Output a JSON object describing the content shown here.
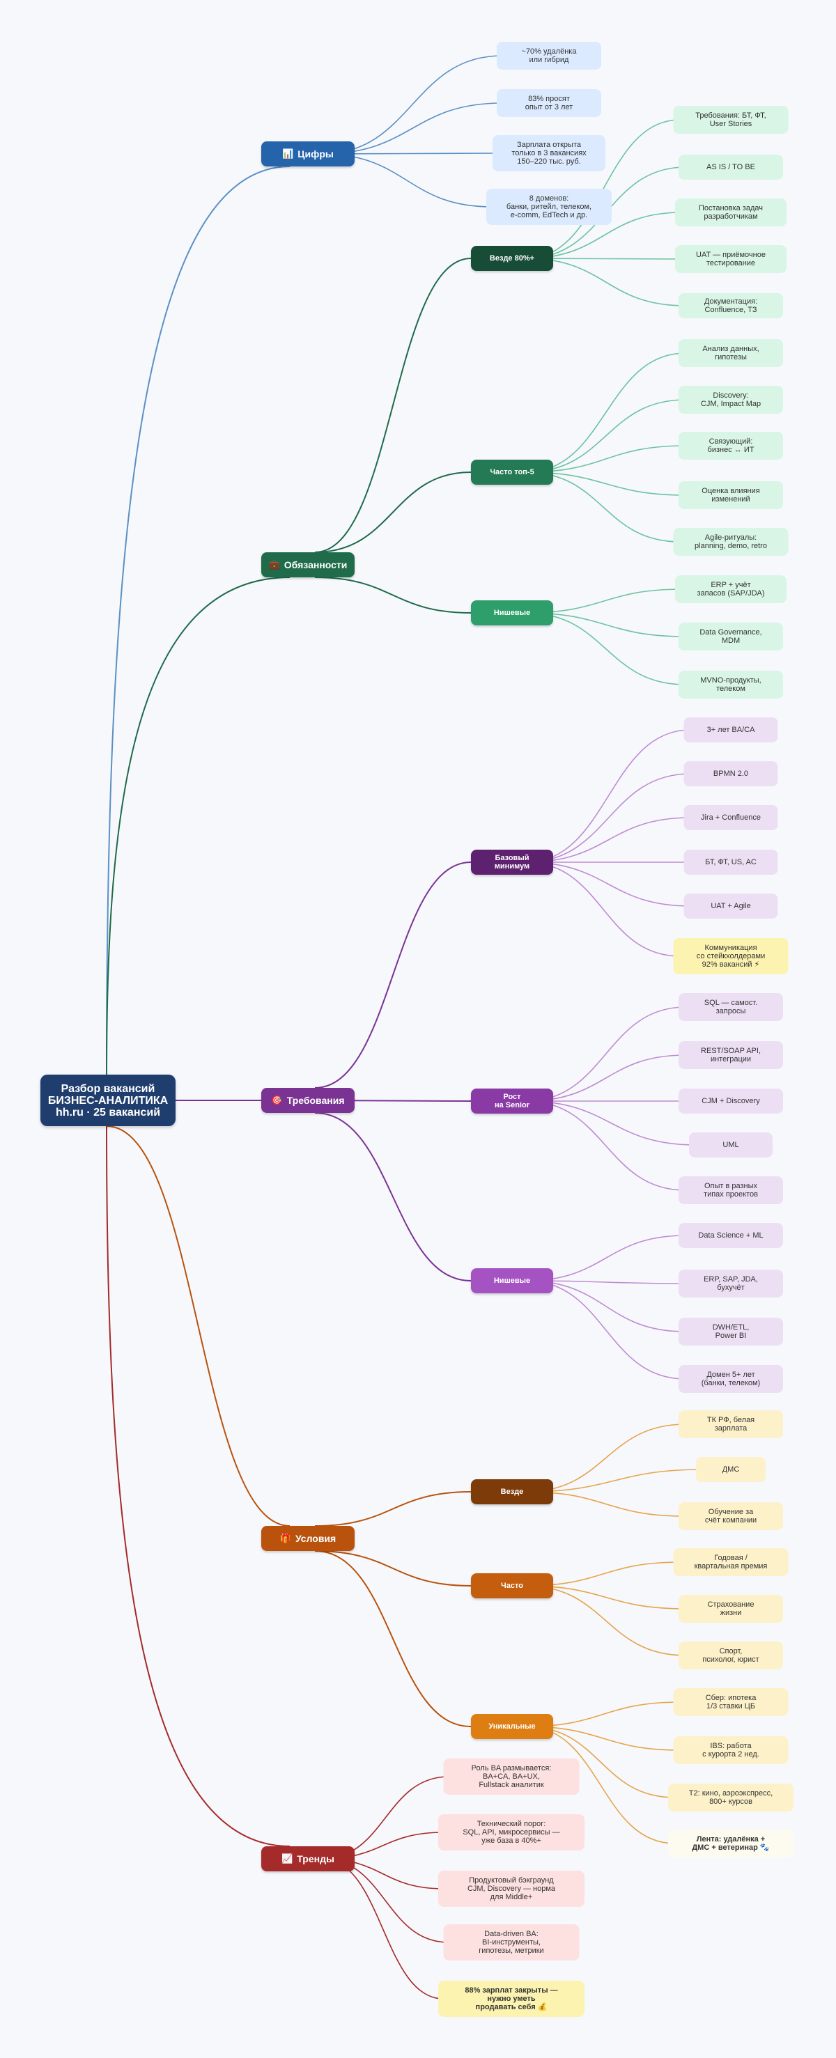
{
  "root": {
    "label": "Разбор вакансий\nБИЗНЕС-АНАЛИТИКА\nhh.ru · 25 вакансий",
    "color": "#1f3e6e"
  },
  "branches": [
    {
      "id": "numbers",
      "label": "Цифры",
      "icon": "📊",
      "color": "#2563ab",
      "edge": "#5b90c4",
      "subs": [],
      "leaves": [
        {
          "label": "~70% удалёнка\nили гибрид",
          "bg": "#dbeafe"
        },
        {
          "label": "83% просят\nопыт от 3 лет",
          "bg": "#dbeafe"
        },
        {
          "label": "Зарплата открыта\nтолько в 3 вакансиях\n150–220 тыс. руб.",
          "bg": "#dbeafe"
        },
        {
          "label": "8 доменов:\nбанки, ритейл, телеком,\ne-comm, EdTech и др.",
          "bg": "#dbeafe"
        }
      ]
    },
    {
      "id": "duties",
      "label": "Обязанности",
      "icon": "💼",
      "color": "#1f6b4a",
      "edge": "#1f6b4a",
      "subs": [
        {
          "label": "Везде 80%+",
          "color": "#174d36",
          "edge": "#6ec3a0",
          "leafBg": "#d8f5e6",
          "leaves": [
            "Требования: БТ, ФТ,\nUser Stories",
            "AS IS / TO BE",
            "Постановка задач\nразработчикам",
            "UAT — приёмочное\nтестирование",
            "Документация:\nConfluence, ТЗ"
          ]
        },
        {
          "label": "Часто топ-5",
          "color": "#237a54",
          "edge": "#6ec3a0",
          "leafBg": "#d8f5e6",
          "leaves": [
            "Анализ данных,\nгипотезы",
            "Discovery:\nCJM, Impact Map",
            "Связующий:\nбизнес ↔ ИТ",
            "Оценка влияния\nизменений",
            "Agile-ритуалы:\nplanning, demo, retro"
          ]
        },
        {
          "label": "Нишевые",
          "color": "#2e9e6b",
          "edge": "#6ec3a0",
          "leafBg": "#d8f5e6",
          "leaves": [
            "ERP + учёт\nзапасов (SAP/JDA)",
            "Data Governance,\nMDM",
            "MVNO-продукты,\nтелеком"
          ]
        }
      ]
    },
    {
      "id": "requirements",
      "label": "Требования",
      "icon": "🎯",
      "color": "#7b3393",
      "edge": "#7b3393",
      "subs": [
        {
          "label": "Базовый\nминимум",
          "color": "#5e2170",
          "edge": "#c08ad2",
          "leafBg": "#ecdff4",
          "leaves": [
            "3+ лет BA/CA",
            "BPMN 2.0",
            "Jira + Confluence",
            "БТ, ФТ, US, AC",
            "UAT + Agile",
            {
              "label": "Коммуникация\nсо стейкхолдерами\n92% вакансий ⚡",
              "bg": "#fdf3b0"
            }
          ]
        },
        {
          "label": "Рост\nна Senior",
          "color": "#8a3aa5",
          "edge": "#c08ad2",
          "leafBg": "#ecdff4",
          "leaves": [
            "SQL — самост.\nзапросы",
            "REST/SOAP API,\nинтеграции",
            "CJM + Discovery",
            "UML",
            "Опыт в разных\nтипах проектов"
          ]
        },
        {
          "label": "Нишевые",
          "color": "#a552c2",
          "edge": "#c08ad2",
          "leafBg": "#ecdff4",
          "leaves": [
            "Data Science + ML",
            "ERP, SAP, JDA,\nбухучёт",
            "DWH/ETL,\nPower BI",
            "Домен 5+ лет\n(банки, телеком)"
          ]
        }
      ]
    },
    {
      "id": "conditions",
      "label": "Условия",
      "icon": "🎁",
      "color": "#b8520d",
      "edge": "#b8520d",
      "subs": [
        {
          "label": "Везде",
          "color": "#7d3b0a",
          "edge": "#e6a44a",
          "leafBg": "#fdf1c9",
          "leaves": [
            "ТК РФ, белая\nзарплата",
            "ДМС",
            "Обучение за\nсчёт компании"
          ]
        },
        {
          "label": "Часто",
          "color": "#c45e0e",
          "edge": "#e6a44a",
          "leafBg": "#fdf1c9",
          "leaves": [
            "Годовая /\nквартальная премия",
            "Страхование\nжизни",
            "Спорт,\nпсихолог, юрист"
          ]
        },
        {
          "label": "Уникальные",
          "color": "#dd7d12",
          "edge": "#e6a44a",
          "leafBg": "#fdf1c9",
          "leaves": [
            "Сбер: ипотека\n1/3 ставки ЦБ",
            "IBS: работа\nс курорта 2 нед.",
            "Т2: кино, аэроэкспресс,\n800+ курсов",
            {
              "label": "Лента: удалёнка +\nДМС + ветеринар 🐾",
              "bg": "#fdfbef",
              "bold": true
            }
          ]
        }
      ]
    },
    {
      "id": "trends",
      "label": "Тренды",
      "icon": "📈",
      "color": "#a52a2a",
      "edge": "#a52a2a",
      "subs": [],
      "leaves": [
        {
          "label": "Роль BA размывается:\nBA+CA, BA+UX,\nFullstack аналитик",
          "bg": "#fde0e0"
        },
        {
          "label": "Технический порог:\nSQL, API, микросервисы —\nуже база в 40%+",
          "bg": "#fde0e0"
        },
        {
          "label": "Продуктовый бэкграунд\nCJM, Discovery — норма\nдля Middle+",
          "bg": "#fde0e0"
        },
        {
          "label": "Data-driven BA:\nBI-инструменты,\nгипотезы, метрики",
          "bg": "#fde0e0"
        },
        {
          "label": "88% зарплат закрыты —\nнужно уметь\nпродавать себя 💰",
          "bg": "#fdf3b0",
          "bold": true
        }
      ]
    }
  ]
}
